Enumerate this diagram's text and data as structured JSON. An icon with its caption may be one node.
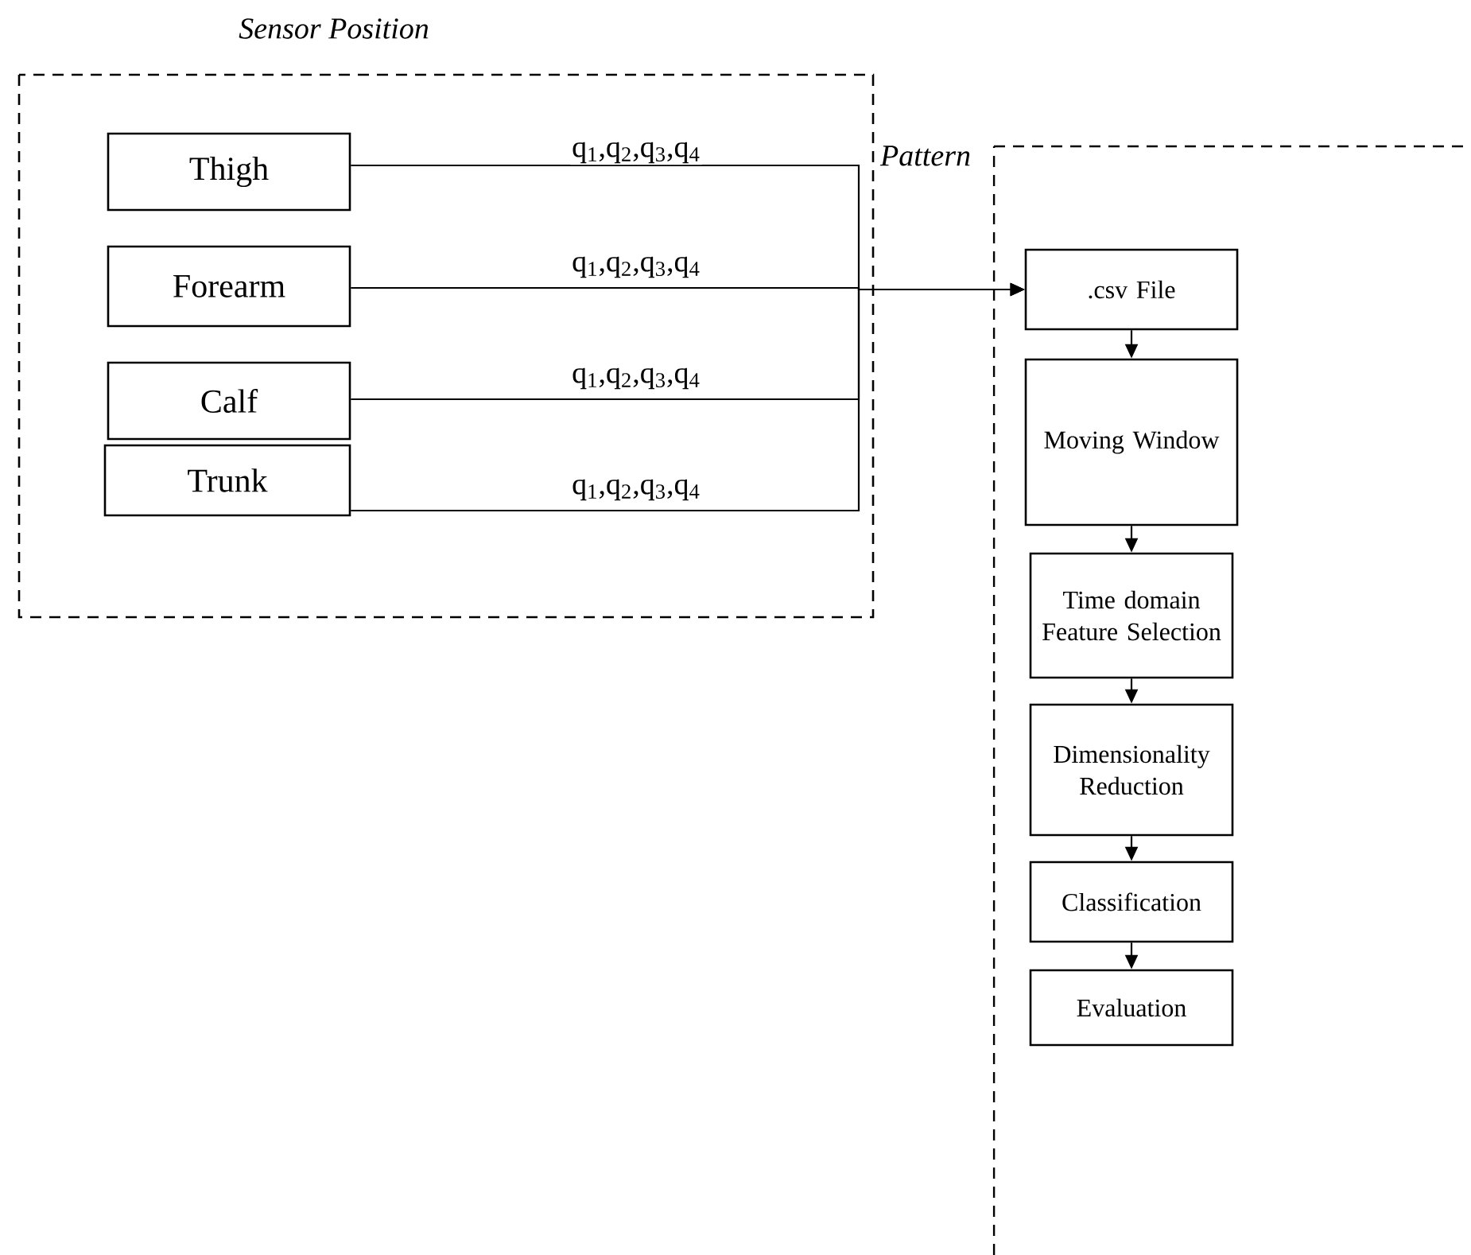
{
  "diagram": {
    "nodes": [
      {
        "text": [
          "Sensor Position"
        ]
      },
      {
        "text": [
          "Thigh"
        ],
        "in": 0
      },
      {
        "text": [
          "Forearm"
        ],
        "in": 0
      },
      {
        "text": [
          "Calf"
        ],
        "in": 0
      },
      {
        "text": [
          "Trunk"
        ],
        "in": 0
      },
      {
        "text": [
          "Pattern"
        ]
      },
      {
        "text": [
          ".csv File"
        ],
        "in": 5
      },
      {
        "text": [
          "Moving Window"
        ],
        "in": 5
      },
      {
        "text": [
          "Time domain Feature Selection"
        ],
        "in": 5
      },
      {
        "text": [
          "Dimensionality Reduction"
        ],
        "in": 5
      },
      {
        "text": [
          "Classification"
        ],
        "in": 5
      },
      {
        "text": [
          "Evaluation"
        ],
        "in": 5
      }
    ],
    "edges": [
      {
        "from": 1,
        "to": 6,
        "arrow": "to",
        "label": "q$_{1}$,q$_{2}$,q$_{3}$,q$_{4}$"
      },
      {
        "from": 2,
        "to": 6,
        "arrow": "to",
        "label": "q$_{1}$,q$_{2}$,q$_{3}$,q$_{4}$"
      },
      {
        "from": 3,
        "to": 6,
        "arrow": "to",
        "label": "q$_{1}$,q$_{2}$,q$_{3}$,q$_{4}$"
      },
      {
        "from": 4,
        "to": 6,
        "arrow": "to",
        "label": "q$_{1}$,q$_{2}$,q$_{3}$,q$_{4}$"
      },
      {
        "from": 6,
        "to": 7,
        "arrow": "to"
      },
      {
        "from": 7,
        "to": 8,
        "arrow": "to"
      },
      {
        "from": 8,
        "to": 9,
        "arrow": "to"
      },
      {
        "from": 9,
        "to": 10,
        "arrow": "to"
      },
      {
        "from": 10,
        "to": 11,
        "arrow": "to"
      }
    ]
  }
}
